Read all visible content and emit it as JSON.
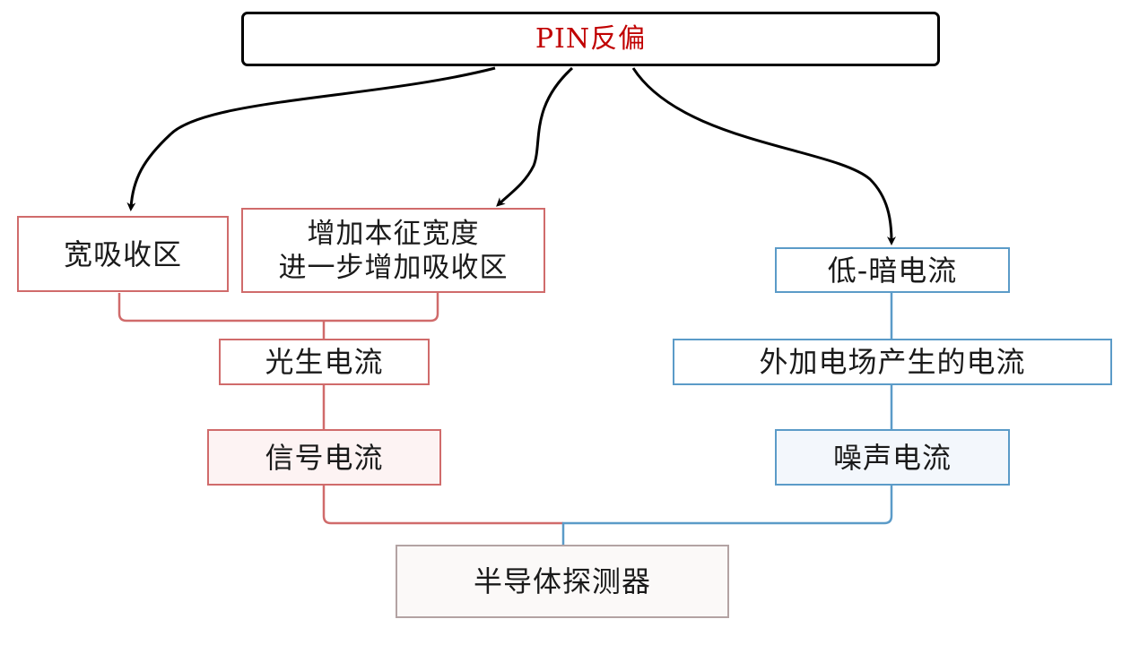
{
  "diagram": {
    "top": {
      "label": "PIN反偏"
    },
    "left_branch": {
      "wide_absorption": {
        "label": "宽吸收区"
      },
      "intrinsic": {
        "line1": "增加本征宽度",
        "line2": "进一步增加吸收区"
      },
      "photocurrent": {
        "label": "光生电流"
      },
      "signal": {
        "label": "信号电流"
      }
    },
    "right_branch": {
      "dark": {
        "label": "低-暗电流"
      },
      "field": {
        "label": "外加电场产生的电流"
      },
      "noise": {
        "label": "噪声电流"
      }
    },
    "bottom": {
      "label": "半导体探测器"
    }
  },
  "colors": {
    "top_text": "#c00000",
    "top_border": "#000000",
    "left_border": "#d06b6b",
    "right_border": "#5b9bc8",
    "bottom_border": "#b3a3a3",
    "arrow": "#000000"
  }
}
